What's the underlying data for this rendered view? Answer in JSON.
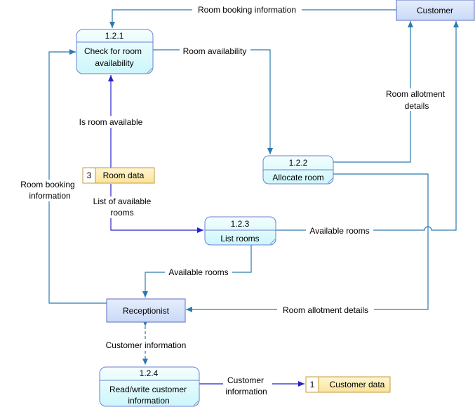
{
  "processes": {
    "p121": {
      "number": "1.2.1",
      "name_line1": "Check for room",
      "name_line2": "availability"
    },
    "p122": {
      "number": "1.2.2",
      "name": "Allocate room"
    },
    "p123": {
      "number": "1.2.3",
      "name": "List rooms"
    },
    "p124": {
      "number": "1.2.4",
      "name_line1": "Read/write customer",
      "name_line2": "information"
    }
  },
  "entities": {
    "customer": "Customer",
    "receptionist": "Receptionist"
  },
  "datastores": {
    "room_data": {
      "id": "3",
      "name": "Room data"
    },
    "customer_data": {
      "id": "1",
      "name": "Customer data"
    }
  },
  "flows": {
    "room_booking_top": "Room booking information",
    "room_availability": "Room availability",
    "is_room_available": "Is room available",
    "room_allotment_line1": "Room allotment",
    "room_allotment_line2": "details",
    "room_booking_left_line1": "Room booking",
    "room_booking_left_line2": "information",
    "list_available_line1": "List of available",
    "list_available_line2": "rooms",
    "available_rooms_right": "Available rooms",
    "available_rooms_left": "Available rooms",
    "room_allotment_bottom": "Room allotment details",
    "customer_information_vertical": "Customer information",
    "customer_information_line1": "Customer",
    "customer_information_line2": "information"
  },
  "colors": {
    "process_fill": "#e3fbfd",
    "entity_fill": "#d6e4fb",
    "datastore_fill": "#fdeeb8",
    "flow_line": "#2a7aaf",
    "blue_flow": "#2222cc"
  }
}
